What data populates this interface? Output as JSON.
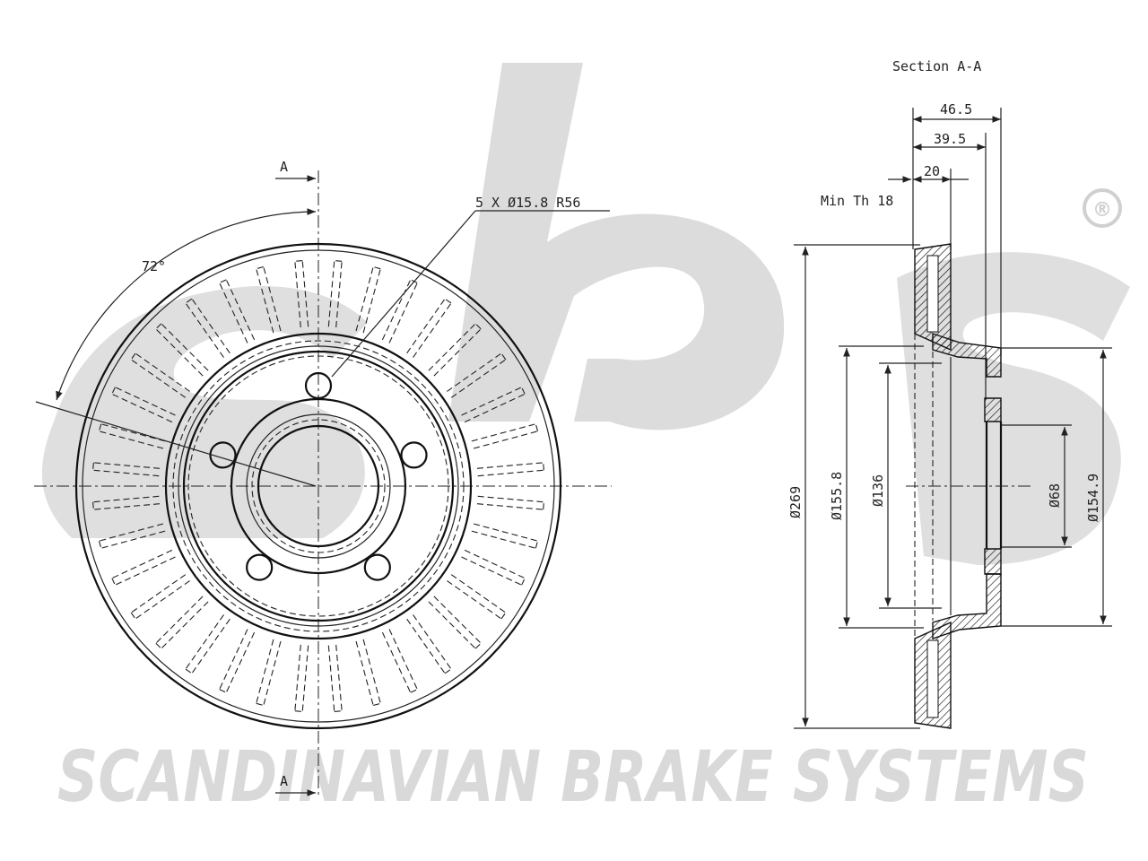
{
  "brand": {
    "watermark_text": "SCANDINAVIAN BRAKE SYSTEMS",
    "registered_mark": "®",
    "watermark_color": "#d9d9d9"
  },
  "front_view": {
    "section_marker_top": "A",
    "section_marker_bottom": "A",
    "bolt_pattern": "5 X Ø15.8 R56",
    "angle": "72°"
  },
  "section_view": {
    "title": "Section A-A",
    "dim_46_5": "46.5",
    "dim_39_5": "39.5",
    "dim_20": "20",
    "min_thickness": "Min Th 18",
    "dia_269": "Ø269",
    "dia_155_8": "Ø155.8",
    "dia_136": "Ø136",
    "dia_68": "Ø68",
    "dia_154_9": "Ø154.9"
  }
}
